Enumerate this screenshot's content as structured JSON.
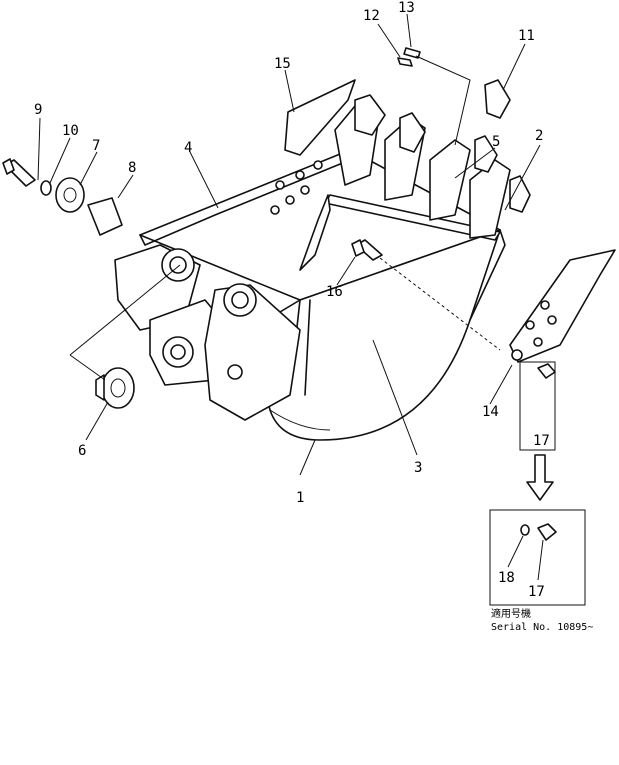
{
  "callouts": [
    "1",
    "2",
    "3",
    "4",
    "5",
    "6",
    "7",
    "8",
    "9",
    "10",
    "11",
    "12",
    "13",
    "14",
    "15",
    "16",
    "17",
    "18"
  ],
  "detail_box": {
    "part_a": "18",
    "part_b": "17",
    "applicable_label": "適用号機",
    "serial_note": "Serial No. 10895~"
  }
}
